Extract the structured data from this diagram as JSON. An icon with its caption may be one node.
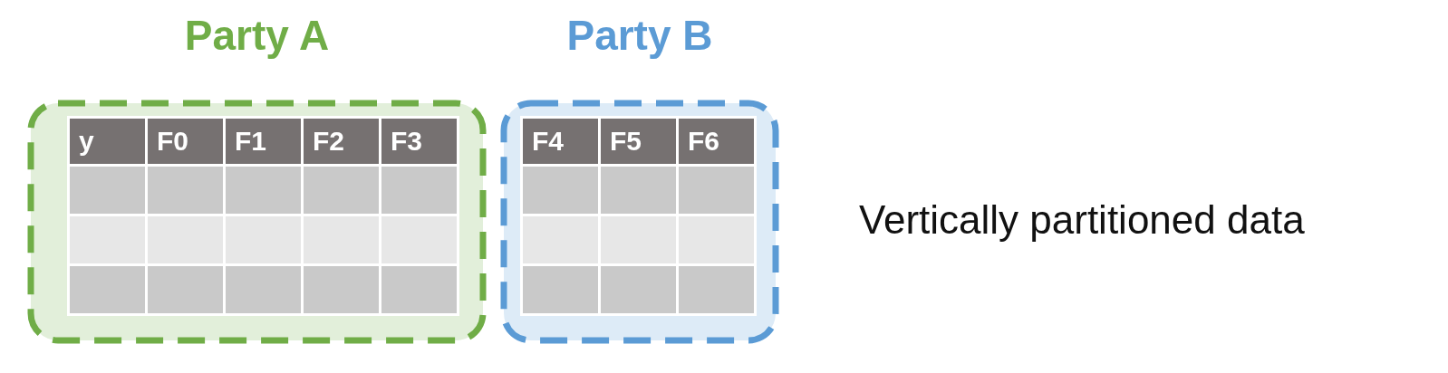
{
  "diagram": {
    "nodes": [
      {
        "text": [
          "Party A"
        ]
      },
      {
        "text": [
          "Party B"
        ]
      }
    ],
    "labels": [
      "y",
      "F0",
      "F1",
      "F2",
      "F3",
      "F4",
      "F5",
      "F6",
      "Vertically partitioned data"
    ]
  }
}
